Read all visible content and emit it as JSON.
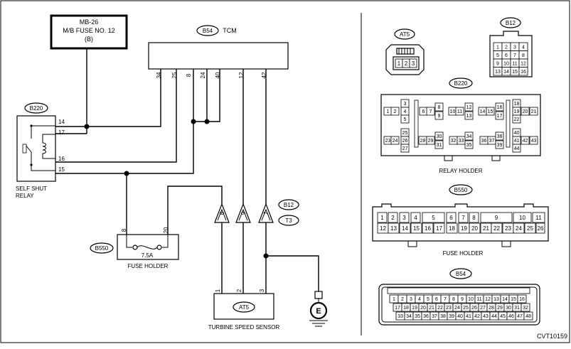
{
  "figure_code": "CVT10159",
  "schematic": {
    "mb_fuse": {
      "line1": "MB-26",
      "line2": "M/B FUSE NO. 12",
      "line3": "(B)"
    },
    "tcm": {
      "connector": "B54",
      "name": "TCM",
      "pins": [
        "34",
        "25",
        "8",
        "24",
        "40",
        "12",
        "42"
      ]
    },
    "relay": {
      "connector": "B220",
      "line1": "SELF SHUT",
      "line2": "RELAY",
      "pins": [
        "14",
        "17",
        "16",
        "15"
      ]
    },
    "b12": {
      "connector": "B12",
      "tcode": "T3",
      "pins": [
        "6",
        "9",
        "7"
      ]
    },
    "fuse_holder": {
      "connector": "B550",
      "name": "FUSE HOLDER",
      "rating": "7.5A",
      "pins": [
        "8",
        "20"
      ]
    },
    "sensor": {
      "connector": "AT5",
      "name": "TURBINE SPEED SENSOR",
      "pins": [
        "1",
        "2",
        "3"
      ]
    },
    "ground": "E"
  },
  "connectors": {
    "at5": {
      "id": "AT5",
      "pins": [
        "1",
        "2",
        "3"
      ]
    },
    "b12": {
      "id": "B12",
      "rows": [
        [
          "1",
          "2",
          "3",
          "4"
        ],
        [
          "5",
          "6",
          "7",
          "8"
        ],
        [
          "9",
          "10",
          "11",
          "12"
        ],
        [
          "13",
          "14",
          "15",
          "16"
        ]
      ]
    },
    "b220": {
      "id": "B220",
      "caption": "RELAY HOLDER",
      "pins": [
        "1",
        "2",
        "3",
        "4",
        "5",
        "6",
        "7",
        "8",
        "9",
        "10",
        "11",
        "12",
        "13",
        "14",
        "15",
        "16",
        "17",
        "18",
        "19",
        "20",
        "21",
        "22",
        "23",
        "24",
        "25",
        "26",
        "27",
        "28",
        "29",
        "30",
        "31",
        "32",
        "33",
        "34",
        "35",
        "36",
        "37",
        "38",
        "39",
        "40",
        "41",
        "42",
        "43",
        "44"
      ]
    },
    "b550": {
      "id": "B550",
      "caption": "FUSE HOLDER",
      "top": [
        "1",
        "2",
        "3",
        "4",
        "5",
        "6",
        "7",
        "8",
        "9",
        "10",
        "11"
      ],
      "bottom": [
        "12",
        "13",
        "14",
        "15",
        "16",
        "17",
        "18",
        "19",
        "20",
        "21",
        "22",
        "23",
        "24",
        "25",
        "26"
      ]
    },
    "b54": {
      "id": "B54",
      "rows": [
        [
          "1",
          "2",
          "3",
          "4",
          "5",
          "6",
          "7",
          "8",
          "9",
          "10",
          "11",
          "12",
          "13",
          "14",
          "15",
          "16"
        ],
        [
          "17",
          "18",
          "19",
          "20",
          "21",
          "22",
          "23",
          "24",
          "25",
          "26",
          "27",
          "28",
          "29",
          "30",
          "31",
          "32"
        ],
        [
          "33",
          "34",
          "35",
          "36",
          "37",
          "38",
          "39",
          "40",
          "41",
          "42",
          "43",
          "44",
          "45",
          "46",
          "47",
          "48"
        ]
      ]
    }
  }
}
